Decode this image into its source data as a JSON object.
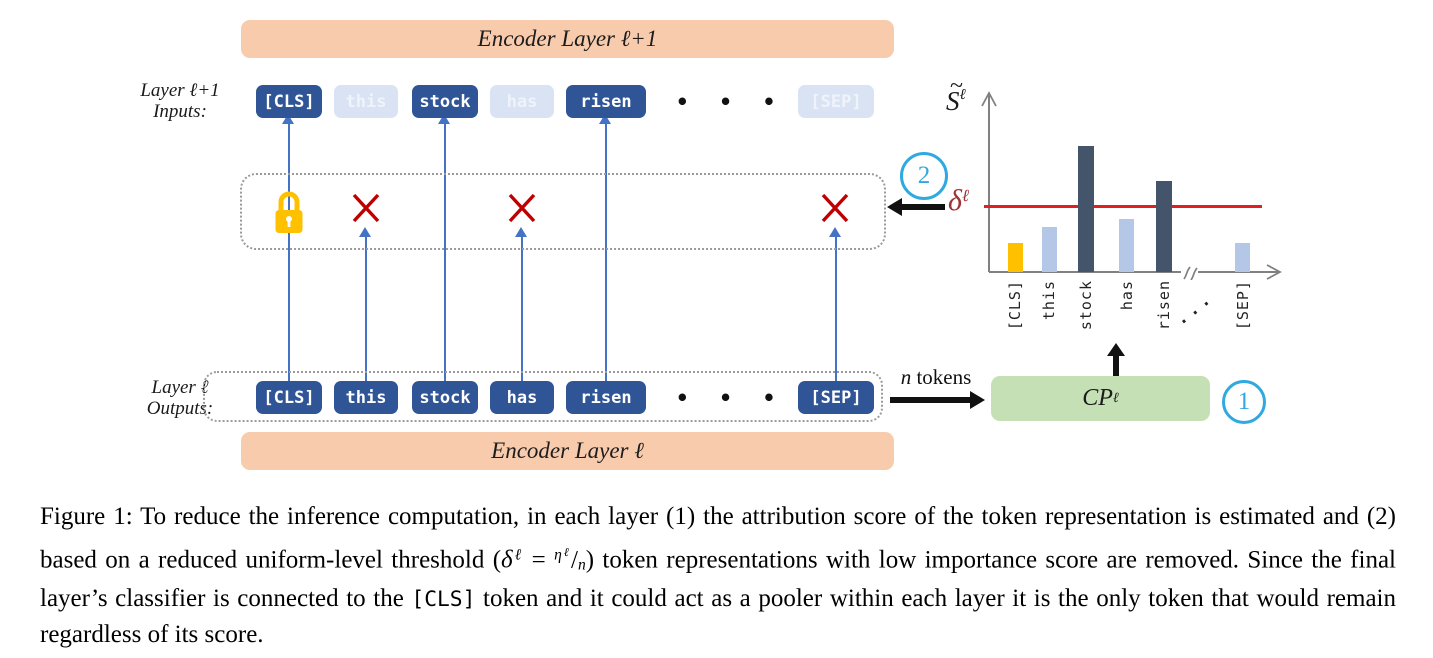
{
  "colors": {
    "peach": "#F8CBAD",
    "token_blue": "#2F5597",
    "token_faded": "#DAE3F3",
    "connector_blue": "#4472C4",
    "x_red": "#C00000",
    "lock_gold": "#FFC000",
    "badge_cyan": "#2FA9DF",
    "green_box": "#C5E0B4",
    "threshold_red": "#E02020",
    "threshold_label_color": "#A03338",
    "axis_gray": "#808080"
  },
  "figure": {
    "encoder_top_label": "Encoder Layer ℓ+1",
    "encoder_bottom_label": "Encoder Layer ℓ",
    "top_row_label_line1": "Layer ℓ+1",
    "top_row_label_line2": "Inputs:",
    "bottom_row_label_line1": "Layer ℓ",
    "bottom_row_label_line2": "Outputs:",
    "row_dots": "• • •",
    "top_tokens": [
      {
        "label": "[CLS]",
        "state": "kept"
      },
      {
        "label": "this",
        "state": "pruned"
      },
      {
        "label": "stock",
        "state": "kept"
      },
      {
        "label": "has",
        "state": "pruned"
      },
      {
        "label": "risen",
        "state": "kept"
      },
      {
        "label": "[SEP]",
        "state": "pruned"
      }
    ],
    "bottom_tokens": [
      {
        "label": "[CLS]"
      },
      {
        "label": "this"
      },
      {
        "label": "stock"
      },
      {
        "label": "has"
      },
      {
        "label": "risen"
      },
      {
        "label": "[SEP]"
      }
    ],
    "n_tokens_label_italic": "n",
    "n_tokens_label_rest": " tokens",
    "cp_label_base": "CP",
    "cp_label_sup": "ℓ",
    "step1_label": "1",
    "step2_label": "2"
  },
  "chart_data": {
    "type": "bar",
    "ylabel": "S̃ℓ",
    "ylabel_parts": {
      "base": "S",
      "tilde": "~",
      "sup": "ℓ"
    },
    "xlabel": "",
    "ylim": [
      0,
      1
    ],
    "grid": false,
    "legend": false,
    "axis_break_between": [
      "risen",
      "[SEP]"
    ],
    "threshold": {
      "label_base": "δ",
      "label_sup": "ℓ",
      "value": 0.37
    },
    "bars": [
      {
        "token": "[CLS]",
        "value": 0.17,
        "color": "#FFC000",
        "above_threshold": false,
        "kept": true
      },
      {
        "token": "this",
        "value": 0.26,
        "color": "#B4C7E7",
        "above_threshold": false,
        "kept": false
      },
      {
        "token": "stock",
        "value": 0.73,
        "color": "#44546A",
        "above_threshold": true,
        "kept": true
      },
      {
        "token": "has",
        "value": 0.31,
        "color": "#B4C7E7",
        "above_threshold": false,
        "kept": false
      },
      {
        "token": "risen",
        "value": 0.53,
        "color": "#44546A",
        "above_threshold": true,
        "kept": true
      },
      {
        "token": "[SEP]",
        "value": 0.17,
        "color": "#B4C7E7",
        "above_threshold": false,
        "kept": false
      }
    ],
    "dots_label": "···"
  },
  "caption_segments": [
    {
      "kind": "text",
      "text": "Figure 1: To reduce the inference computation, in each layer (1) the attribution score of the token representation is estimated and (2) based on a reduced uniform-level threshold ("
    },
    {
      "kind": "italic",
      "text": "δ"
    },
    {
      "kind": "sup",
      "text": "ℓ"
    },
    {
      "kind": "text",
      "text": " = "
    },
    {
      "kind": "sup",
      "text": "η"
    },
    {
      "kind": "supsup",
      "text": "ℓ"
    },
    {
      "kind": "text",
      "text": "/"
    },
    {
      "kind": "sub",
      "text": "n"
    },
    {
      "kind": "text",
      "text": ") token representations with low importance score are removed. Since the final layer’s classifier is connected to the "
    },
    {
      "kind": "mono",
      "text": "[CLS]"
    },
    {
      "kind": "text",
      "text": " token and it could act as a pooler within each layer it is the only token that would remain regardless of its score."
    }
  ]
}
